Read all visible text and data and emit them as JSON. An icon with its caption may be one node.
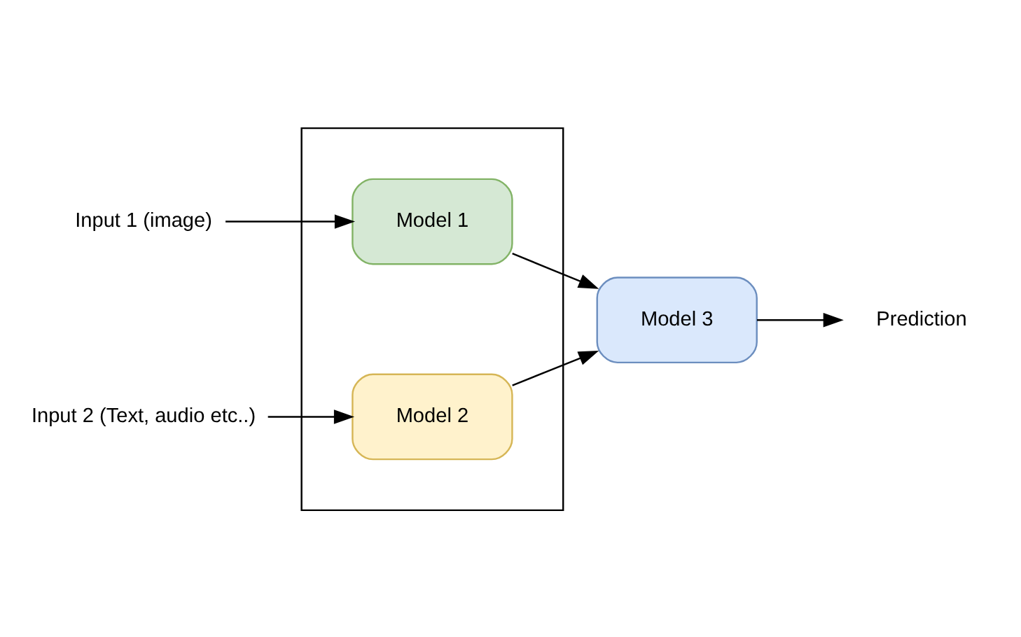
{
  "diagram": {
    "nodes": [
      {
        "text": [],
        "shape": "box"
      },
      {
        "text": [
          "Input 1 (image)"
        ]
      },
      {
        "text": [
          "Model 1"
        ],
        "in": 0
      },
      {
        "text": [
          "Input 2 (Text, audio etc..)"
        ]
      },
      {
        "text": [
          "Model 2"
        ],
        "in": 0
      },
      {
        "text": [
          "Model 3"
        ]
      },
      {
        "text": [
          "Prediction"
        ]
      }
    ],
    "edges": [
      {
        "from": 1,
        "to": 2,
        "arrow": "to"
      },
      {
        "from": 3,
        "to": 4,
        "arrow": "to"
      },
      {
        "from": 2,
        "to": 5,
        "arrow": "to"
      },
      {
        "from": 4,
        "to": 5,
        "arrow": "to"
      },
      {
        "from": 5,
        "to": 6,
        "arrow": "to"
      }
    ]
  }
}
